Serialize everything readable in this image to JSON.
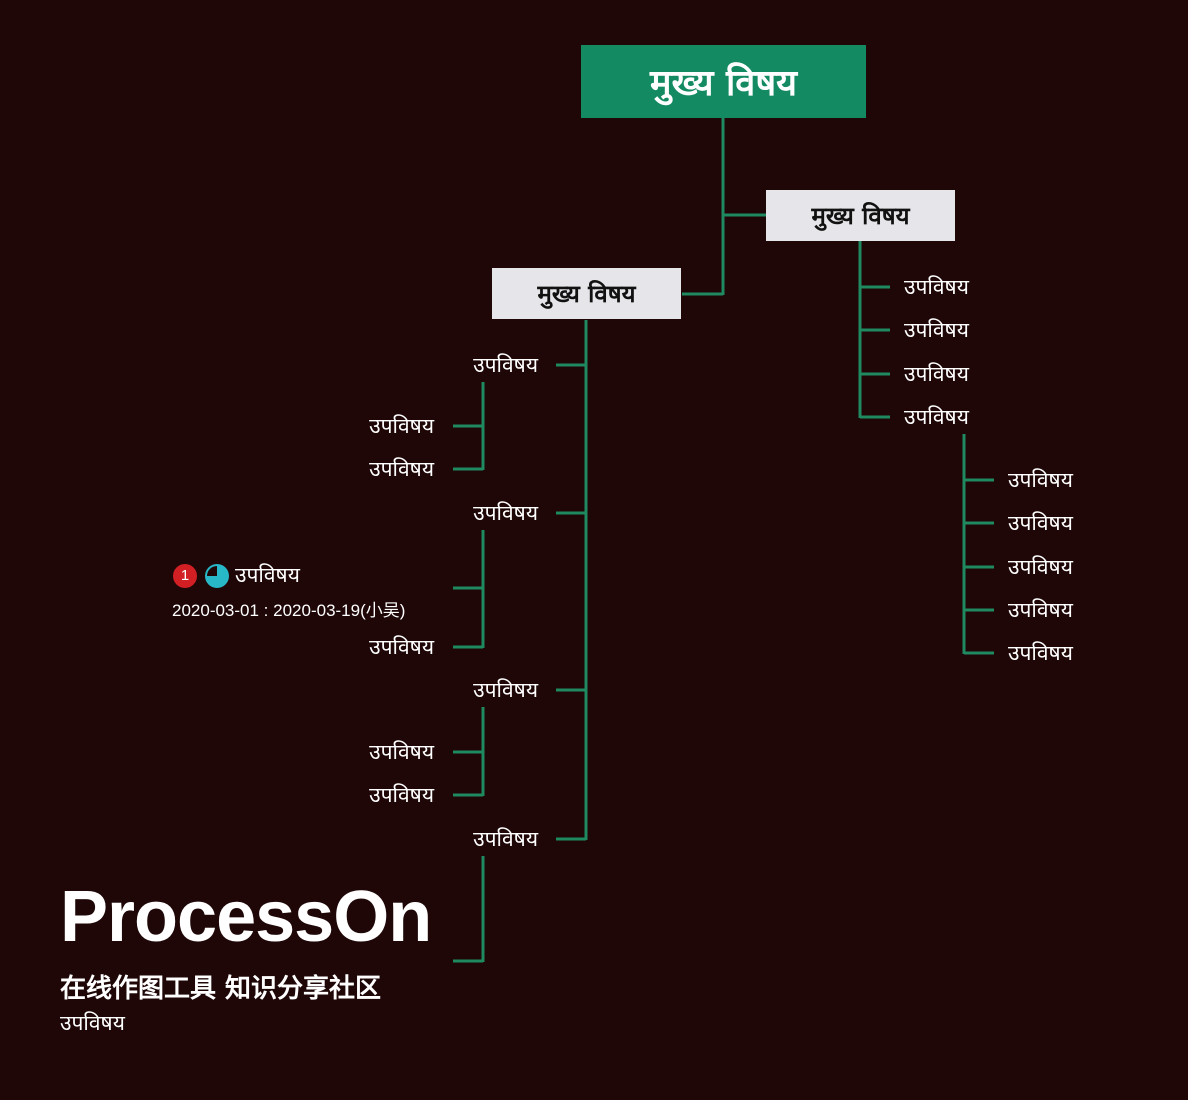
{
  "colors": {
    "background": "#1f0708",
    "connector": "#1f8a5f",
    "root_fill": "#148a63",
    "main_fill": "#e6e6ea",
    "priority": "#d21f24",
    "progress": "#27b7c7"
  },
  "root": {
    "label": "मुख्य विषय"
  },
  "main_topics": [
    {
      "label": "मुख्य विषय"
    },
    {
      "label": "मुख्य विषय"
    }
  ],
  "right_branch": {
    "subtopics": [
      "उपविषय",
      "उपविषय",
      "उपविषय",
      "उपविषय"
    ],
    "children": [
      "उपविषय",
      "उपविषय",
      "उपविषय",
      "उपविषय",
      "उपविषय"
    ]
  },
  "left_branch": {
    "groups": [
      {
        "label": "उपविषय",
        "children": [
          "उपविषय",
          "उपविषय"
        ]
      },
      {
        "label": "उपविषय",
        "children": [
          "उपविषय",
          "उपविषय"
        ]
      },
      {
        "label": "उपविषय",
        "children": [
          "उपविषय",
          "उपविषय"
        ]
      },
      {
        "label": "उपविषय",
        "children": [
          "उपविषय"
        ]
      }
    ]
  },
  "task": {
    "priority_icon": "priority-1-icon",
    "priority": "1",
    "progress_icon": "progress-three-quarter-icon",
    "progress": 0.75,
    "dates": "2020-03-01 : 2020-03-19(小吴)"
  },
  "watermark": {
    "brand": "ProcessOn",
    "tagline": "在线作图工具 知识分享社区"
  }
}
